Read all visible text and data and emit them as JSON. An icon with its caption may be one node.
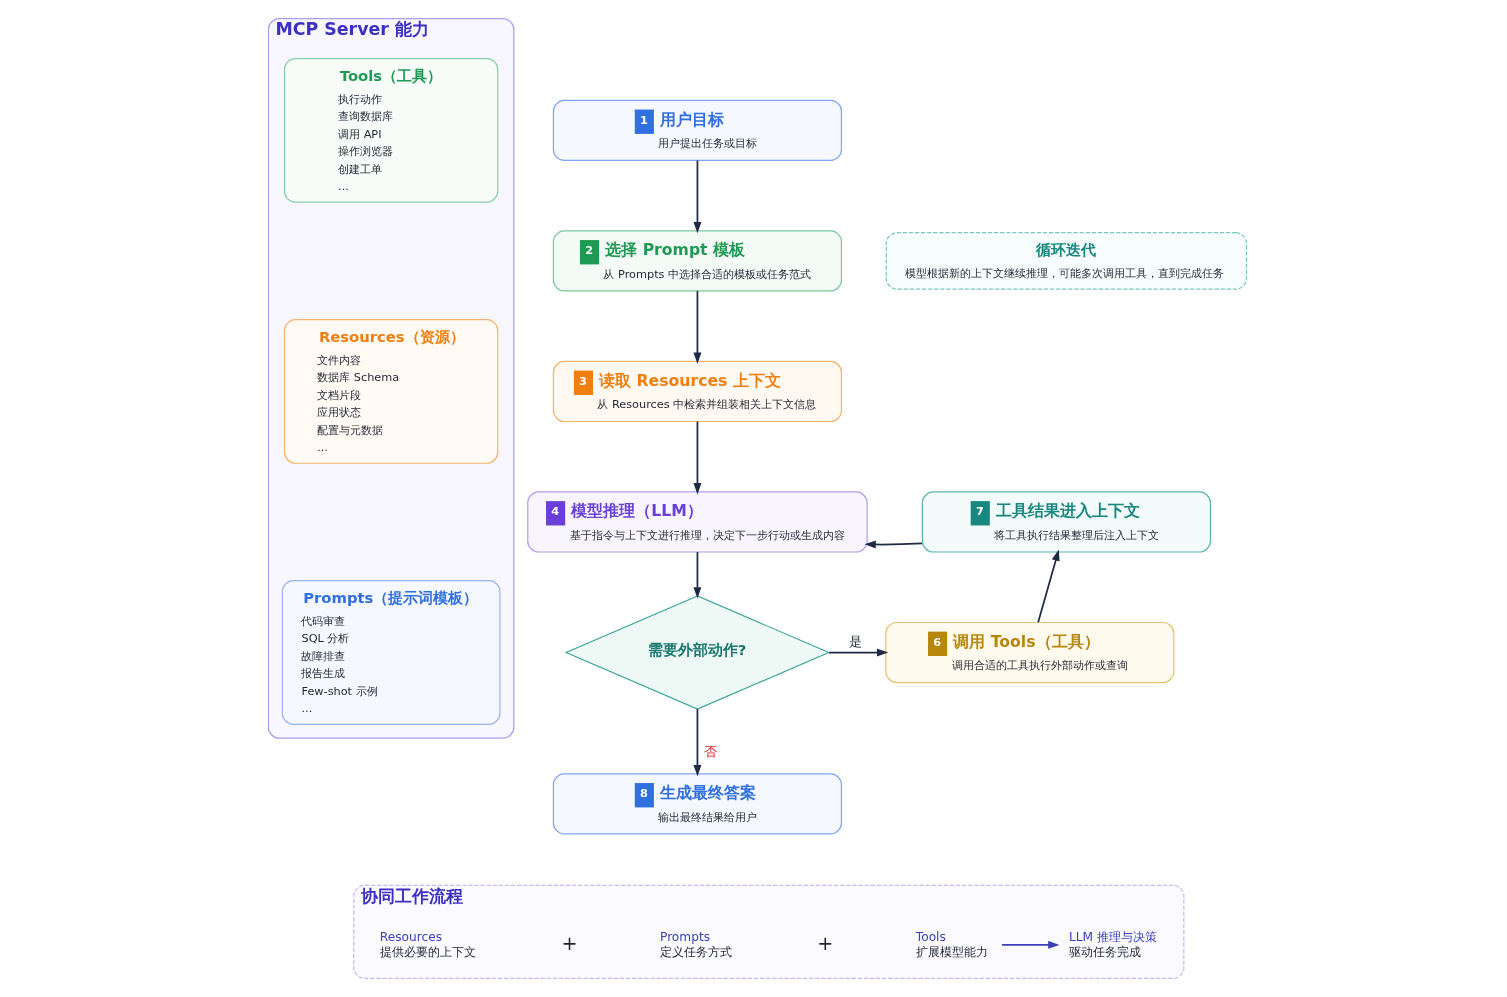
{
  "diagram": {
    "nodes": [
      {
        "text": [
          "MCP Server 能力"
        ]
      },
      {
        "text": [
          "Tools（工具）",
          "执行动作",
          "查询数据库",
          "调用 API",
          "操作浏览器",
          "创建工单",
          "..."
        ],
        "in": 0
      },
      {
        "text": [
          "Resources（资源）",
          "文件内容",
          "数据库 Schema",
          "文档片段",
          "应用状态",
          "配置与元数据",
          "..."
        ],
        "in": 0
      },
      {
        "text": [
          "Prompts（提示词模板）",
          "代码审查",
          "SQL 分析",
          "故障排查",
          "报告生成",
          "Few-shot 示例",
          "..."
        ],
        "in": 0
      },
      {
        "text": [
          "1",
          "用户目标",
          "用户提出任务或目标"
        ]
      },
      {
        "text": [
          "2",
          "选择 Prompt 模板",
          "从 Prompts 中选择合适的模板或任务范式"
        ]
      },
      {
        "text": [
          "3",
          "读取 Resources 上下文",
          "从 Resources 中检索并组装相关上下文信息"
        ]
      },
      {
        "text": [
          "4",
          "模型推理（LLM）",
          "基于指令与上下文进行推理，决定下一步行动或生成内容"
        ]
      },
      {
        "text": [
          "需要外部动作?"
        ]
      },
      {
        "text": [
          "8",
          "生成最终答案",
          "输出最终结果给用户"
        ]
      },
      {
        "text": [
          "6",
          "调用 Tools（工具）",
          "调用合适的工具执行外部动作或查询"
        ]
      },
      {
        "text": [
          "7",
          "工具结果进入上下文",
          "将工具执行结果整理后注入上下文"
        ]
      },
      {
        "text": [
          "循环迭代",
          "模型根据新的上下文继续推理，可能多次调用工具，直到完成任务"
        ]
      },
      {
        "text": [
          "协同工作流程"
        ]
      },
      {
        "text": [
          "Resources",
          "提供必要的上下文"
        ],
        "in": 13
      },
      {
        "text": [
          "Prompts",
          "定义任务方式"
        ],
        "in": 13
      },
      {
        "text": [
          "Tools",
          "扩展模型能力"
        ],
        "in": 13
      },
      {
        "text": [
          "LLM 推理与决策",
          "驱动任务完成"
        ],
        "in": 13
      }
    ],
    "edges": [
      {
        "from": 4,
        "to": 5,
        "arrow": "to"
      },
      {
        "from": 5,
        "to": 6,
        "arrow": "to"
      },
      {
        "from": 6,
        "to": 7,
        "arrow": "to"
      },
      {
        "from": 7,
        "to": 8,
        "arrow": "to"
      },
      {
        "from": 8,
        "to": 10,
        "arrow": "to",
        "label": "是"
      },
      {
        "from": 8,
        "to": 9,
        "arrow": "to",
        "label": "否"
      },
      {
        "from": 10,
        "to": 11,
        "arrow": "to"
      },
      {
        "from": 11,
        "to": 7,
        "arrow": "to"
      },
      {
        "from": 16,
        "to": 17,
        "arrow": "to",
        "color": "#3b3fb8"
      }
    ],
    "labels": [
      "+",
      "+"
    ]
  }
}
